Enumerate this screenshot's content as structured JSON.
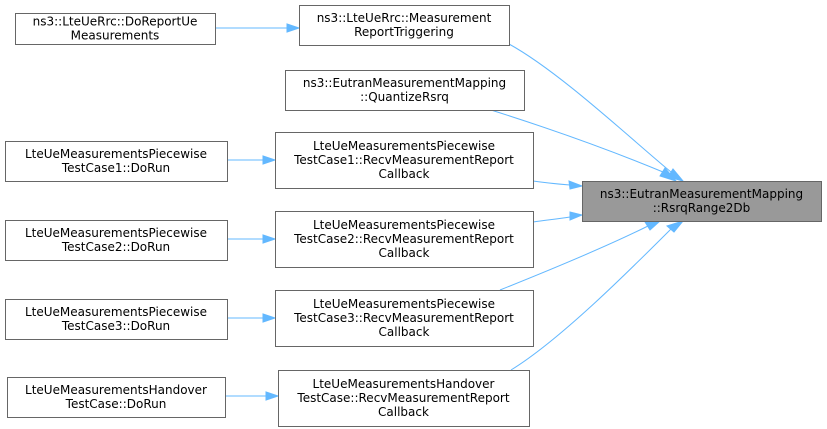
{
  "graph": {
    "colors": {
      "edge": "#63b8ff",
      "node_fill": "#ffffff",
      "node_border": "#666666",
      "focus_fill": "#999999",
      "text": "#000000"
    },
    "focus": {
      "name": "eutran-rsrqrange2db",
      "lines": [
        "ns3::EutranMeasurementMapping",
        "::RsrqRange2Db"
      ]
    },
    "nodes": [
      {
        "name": "lteuerrc-measurement-report-triggering",
        "lines": [
          "ns3::LteUeRrc::Measurement",
          "ReportTriggering"
        ]
      },
      {
        "name": "lteuerrc-doreportue-measurements",
        "lines": [
          "ns3::LteUeRrc::DoReportUe",
          "Measurements"
        ]
      },
      {
        "name": "eutran-quantize-rsrq",
        "lines": [
          "ns3::EutranMeasurementMapping",
          "::QuantizeRsrq"
        ]
      },
      {
        "name": "piecewise-testcase1-recv-callback",
        "lines": [
          "LteUeMeasurementsPiecewise",
          "TestCase1::RecvMeasurementReport",
          "Callback"
        ]
      },
      {
        "name": "piecewise-testcase1-dorun",
        "lines": [
          "LteUeMeasurementsPiecewise",
          "TestCase1::DoRun"
        ]
      },
      {
        "name": "piecewise-testcase2-recv-callback",
        "lines": [
          "LteUeMeasurementsPiecewise",
          "TestCase2::RecvMeasurementReport",
          "Callback"
        ]
      },
      {
        "name": "piecewise-testcase2-dorun",
        "lines": [
          "LteUeMeasurementsPiecewise",
          "TestCase2::DoRun"
        ]
      },
      {
        "name": "piecewise-testcase3-recv-callback",
        "lines": [
          "LteUeMeasurementsPiecewise",
          "TestCase3::RecvMeasurementReport",
          "Callback"
        ]
      },
      {
        "name": "piecewise-testcase3-dorun",
        "lines": [
          "LteUeMeasurementsPiecewise",
          "TestCase3::DoRun"
        ]
      },
      {
        "name": "handover-testcase-recv-callback",
        "lines": [
          "LteUeMeasurementsHandover",
          "TestCase::RecvMeasurementReport",
          "Callback"
        ]
      },
      {
        "name": "handover-testcase-dorun",
        "lines": [
          "LteUeMeasurementsHandover",
          "TestCase::DoRun"
        ]
      }
    ],
    "edges": [
      {
        "from": "lteuerrc-measurement-report-triggering",
        "to": "eutran-rsrqrange2db"
      },
      {
        "from": "lteuerrc-doreportue-measurements",
        "to": "lteuerrc-measurement-report-triggering"
      },
      {
        "from": "eutran-quantize-rsrq",
        "to": "eutran-rsrqrange2db"
      },
      {
        "from": "piecewise-testcase1-recv-callback",
        "to": "eutran-rsrqrange2db"
      },
      {
        "from": "piecewise-testcase1-dorun",
        "to": "piecewise-testcase1-recv-callback"
      },
      {
        "from": "piecewise-testcase2-recv-callback",
        "to": "eutran-rsrqrange2db"
      },
      {
        "from": "piecewise-testcase2-dorun",
        "to": "piecewise-testcase2-recv-callback"
      },
      {
        "from": "piecewise-testcase3-recv-callback",
        "to": "eutran-rsrqrange2db"
      },
      {
        "from": "piecewise-testcase3-dorun",
        "to": "piecewise-testcase3-recv-callback"
      },
      {
        "from": "handover-testcase-recv-callback",
        "to": "eutran-rsrqrange2db"
      },
      {
        "from": "handover-testcase-dorun",
        "to": "handover-testcase-recv-callback"
      }
    ]
  }
}
